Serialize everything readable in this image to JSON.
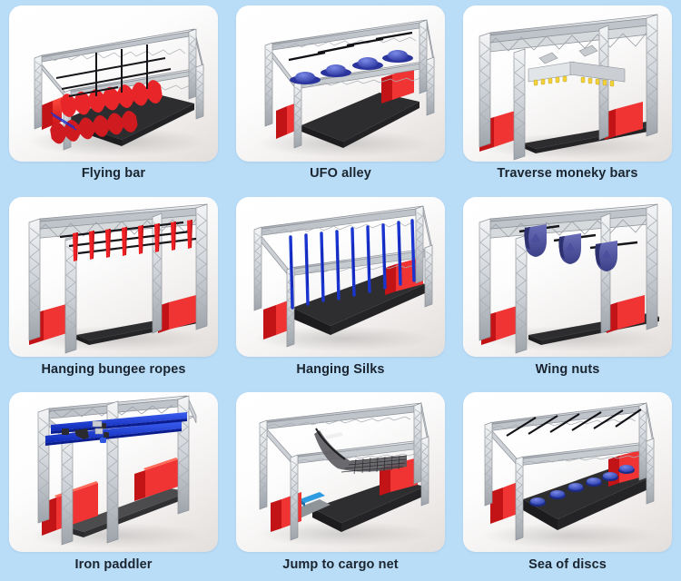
{
  "page": {
    "background_color": "#b9dcf7",
    "card_background_color": "#ffffff",
    "label_color": "#1b2530",
    "grid": {
      "columns": 3,
      "rows": 3
    }
  },
  "palette": {
    "truss_aluminium": "#d5d8dc",
    "truss_outline": "#8d9299",
    "mat_black": "#2c2c2e",
    "pad_red": "#e8262a",
    "accent_blue": "#2f38bf",
    "accent_purple": "#4b4f9e",
    "accent_yellow": "#f2d33a"
  },
  "items": [
    {
      "id": "flying-bar",
      "label": "Flying bar",
      "obstacle_color": "#e8262a",
      "obstacle_kind": "wave-rails",
      "row": 1,
      "col": 1
    },
    {
      "id": "ufo-alley",
      "label": "UFO alley",
      "obstacle_color": "#3a4bbd",
      "obstacle_kind": "hanging-discs",
      "count": 4,
      "row": 1,
      "col": 2
    },
    {
      "id": "traverse-moneky-bars",
      "label": "Traverse moneky bars",
      "obstacle_color": "#f2d33a",
      "obstacle_kind": "traverse-plank",
      "row": 1,
      "col": 3
    },
    {
      "id": "hanging-bungee-ropes",
      "label": "Hanging bungee ropes",
      "obstacle_color": "#e8262a",
      "obstacle_kind": "hanging-straps",
      "count": 8,
      "row": 2,
      "col": 1
    },
    {
      "id": "hanging-silks",
      "label": "Hanging Silks",
      "obstacle_color": "#1a35cf",
      "obstacle_kind": "hanging-silks",
      "count": 9,
      "row": 2,
      "col": 2
    },
    {
      "id": "wing-nuts",
      "label": "Wing nuts",
      "obstacle_color": "#4b4f9e",
      "obstacle_kind": "wing-nuts",
      "count": 3,
      "row": 2,
      "col": 3
    },
    {
      "id": "iron-paddler",
      "label": "Iron paddler",
      "obstacle_color": "#1535d6",
      "obstacle_kind": "iron-rails",
      "row": 3,
      "col": 1
    },
    {
      "id": "jump-to-cargo-net",
      "label": "Jump to cargo net",
      "obstacle_color": "#3d3d40",
      "obstacle_kind": "cargo-net",
      "row": 3,
      "col": 2
    },
    {
      "id": "sea-of-discs",
      "label": "Sea of discs",
      "obstacle_color": "#2f4fd0",
      "obstacle_kind": "floor-discs",
      "count": 6,
      "row": 3,
      "col": 3
    }
  ]
}
